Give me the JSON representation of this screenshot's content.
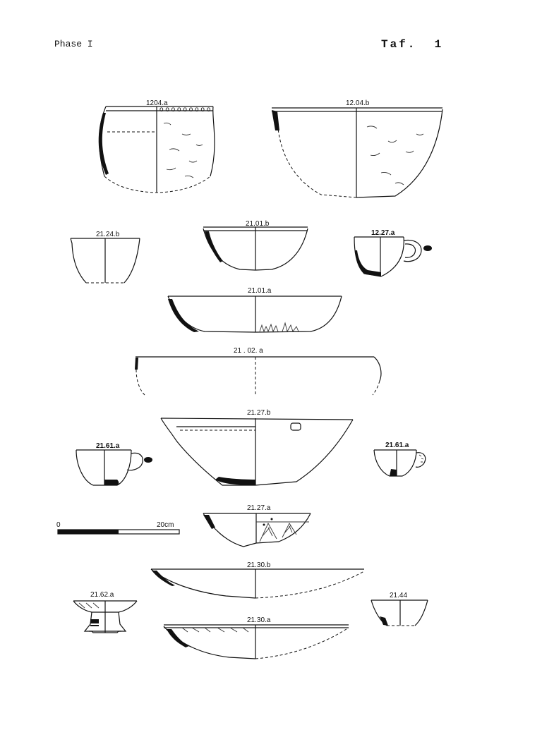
{
  "header": {
    "phase": "Phase I",
    "plate": "Taf.  1"
  },
  "scale_bar": {
    "start_label": "0",
    "end_label": "20cm"
  },
  "vessels": [
    "1204.a",
    "12.04.b",
    "21.24.b",
    "21.01.b",
    "12.27.a",
    "21.01.a",
    "21 . 02. a",
    "21.27.b",
    "21.61.a",
    "21.61.a",
    "21.27.a",
    "21.30.b",
    "21.62.a",
    "21.44",
    "21.30.a"
  ]
}
